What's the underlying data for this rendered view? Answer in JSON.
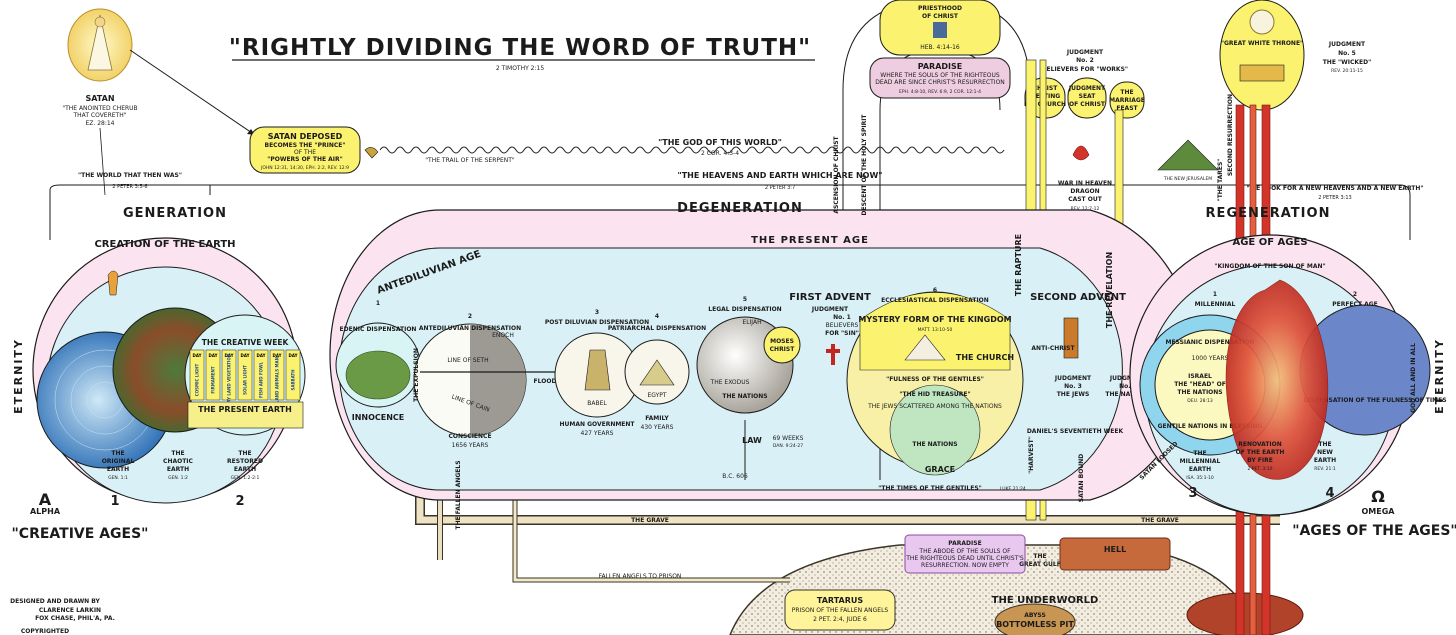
{
  "title": "\"RIGHTLY DIVIDING THE WORD OF TRUTH\"",
  "title_ref": "2 TIMOTHY 2:15",
  "satan": {
    "heading": "SATAN",
    "desc1": "\"THE ANOINTED CHERUB",
    "desc2": "THAT COVERETH\"",
    "ref": "EZ. 28:14"
  },
  "satan_deposed": {
    "line1": "SATAN DEPOSED",
    "line2": "BECOMES THE \"PRINCE\"",
    "line3": "OF THE",
    "line4": "\"POWERS OF THE AIR\"",
    "ref": "JOHN 12:31, 14:30, EPH. 2:2, REV. 12:9"
  },
  "god_of_world": {
    "label": "\"THE GOD OF THIS WORLD\"",
    "ref": "2 COR. 4:3-4"
  },
  "trail": "\"THE TRAIL OF THE SERPENT\"",
  "world_that_was": {
    "label": "\"THE WORLD THAT THEN WAS\"",
    "ref": "2 PETER 3:5-6"
  },
  "heavens_now": {
    "label": "\"THE HEAVENS AND EARTH WHICH ARE NOW\"",
    "ref": "2 PETER 3:7"
  },
  "new_heavens": {
    "label": "\"WE LOOK FOR A NEW HEAVENS AND A NEW EARTH\"",
    "ref": "2 PETER 3:13"
  },
  "priesthood": {
    "line1": "PRIESTHOOD",
    "line2": "OF CHRIST",
    "ref": "HEB. 4:14-16"
  },
  "paradise_top": {
    "line1": "PARADISE",
    "line2": "WHERE THE SOULS OF THE RIGHTEOUS",
    "line3": "DEAD ARE SINCE CHRIST'S RESURRECTION",
    "ref": "EPH. 4:8-10, REV. 6:9, 2 COR. 12:1-4"
  },
  "judgment2": {
    "line1": "JUDGMENT",
    "line2": "No. 2",
    "line3": "BELIEVERS FOR \"WORKS\""
  },
  "christ_meeting": {
    "line1": "CHRIST",
    "line2": "MEETING",
    "line3": "HIS CHURCH"
  },
  "judgment_seat": {
    "line1": "JUDGMENT",
    "line2": "SEAT",
    "line3": "OF CHRIST"
  },
  "marriage_feast": {
    "line1": "THE",
    "line2": "MARRIAGE",
    "line3": "FEAST"
  },
  "great_white_throne": "\"GREAT WHITE THRONE\"",
  "judgment5": {
    "line1": "JUDGMENT",
    "line2": "No. 5",
    "line3": "THE \"WICKED\"",
    "ref": "REV. 20:11-15"
  },
  "new_jerusalem": "THE NEW JERUSALEM",
  "war_in_heaven": {
    "line1": "WAR IN HEAVEN",
    "line2": "DRAGON",
    "line3": "CAST OUT",
    "ref": "REV. 12:7-12"
  },
  "vertical_labels": {
    "eternity_left": "ETERNITY",
    "eternity_right": "ETERNITY",
    "ascension": "ASCENSION OF CHRIST",
    "descent": "DESCENT OF THE HOLY SPIRIT",
    "rapture": "THE RAPTURE",
    "revelation": "THE REVELATION",
    "expulsion": "THE EXPULSION",
    "god_all": "GOD ALL AND IN ALL",
    "second_resurrection": "SECOND RESURRECTION",
    "the_tares": "\"THE TARES\""
  },
  "generation": "GENERATION",
  "degeneration": "DEGENERATION",
  "regeneration": "REGENERATION",
  "creation_of_earth": "CREATION OF THE EARTH",
  "present_age": "THE PRESENT AGE",
  "antediluvian_age": "ANTEDILUVIAN AGE",
  "age_of_ages": "AGE OF AGES",
  "kingdom_son_of_man": "\"KINGDOM OF THE SON OF MAN\"",
  "creative_week": {
    "label": "THE CREATIVE WEEK",
    "days": [
      "COSMIC LIGHT",
      "FIRMAMENT",
      "DRY LAND VEGETATION",
      "SOLAR LIGHT",
      "FISH AND FOWL",
      "LAND ANIMALS MAN",
      "SABBATH"
    ],
    "day_label": "DAY"
  },
  "present_earth": "THE PRESENT EARTH",
  "earths": [
    {
      "line1": "THE",
      "line2": "ORIGINAL",
      "line3": "EARTH",
      "ref": "GEN. 1:1"
    },
    {
      "line1": "THE",
      "line2": "CHAOTIC",
      "line3": "EARTH",
      "ref": "GEN. 1:2"
    },
    {
      "line1": "THE",
      "line2": "RESTORED",
      "line3": "EARTH",
      "ref": "GEN. 1:2-2:1"
    }
  ],
  "dispensations": [
    {
      "num": "1",
      "name": "EDENIC DISPENSATION",
      "sub": "INNOCENCE"
    },
    {
      "num": "2",
      "name": "ANTEDILUVIAN DISPENSATION",
      "sub": "CONSCIENCE",
      "years": "1656 YEARS"
    },
    {
      "num": "3",
      "name": "POST DILUVIAN DISPENSATION",
      "sub": "HUMAN GOVERNMENT",
      "years": "427 YEARS"
    },
    {
      "num": "4",
      "name": "PATRIARCHAL DISPENSATION",
      "sub": "FAMILY",
      "years": "430 YEARS"
    },
    {
      "num": "5",
      "name": "LEGAL DISPENSATION",
      "sub": "LAW"
    },
    {
      "num": "6",
      "name": "ECCLESIASTICAL DISPENSATION",
      "sub": "GRACE"
    }
  ],
  "line_of_seth": "LINE OF SETH",
  "line_of_cain": "LINE OF CAIN",
  "enoch": "ENOCH",
  "flood": "FLOOD",
  "babel": "BABEL",
  "egypt": "EGYPT",
  "elijah": "ELIJAH",
  "moses_christ": {
    "line1": "MOSES",
    "line2": "CHRIST"
  },
  "exodus": "THE EXODUS",
  "nations": "THE NATIONS",
  "first_advent": "FIRST ADVENT",
  "judgment1": {
    "line1": "JUDGMENT",
    "line2": "No. 1",
    "line3": "BELIEVERS",
    "line4": "FOR \"SIN\""
  },
  "mystery_form": "MYSTERY FORM OF THE KINGDOM",
  "mystery_ref": "MATT. 13:10-50",
  "the_church": "THE CHURCH",
  "fulness_gentiles": "\"FULNESS OF THE GENTILES\"",
  "hid_treasure": "\"THE HID TREASURE\"",
  "jews_scattered": "THE JEWS SCATTERED AMONG THE NATIONS",
  "second_advent": "SECOND ADVENT",
  "antichrist": "ANTI-CHRIST",
  "judgment3": {
    "line1": "JUDGMENT",
    "line2": "No. 3",
    "line3": "THE JEWS"
  },
  "judgment4": {
    "line1": "JUDGMENT",
    "line2": "No. 4",
    "line3": "THE NATIONS"
  },
  "weeks": {
    "line1": "69 WEEKS",
    "ref": "DAN. 9:24-27"
  },
  "bc606": "B.C. 606",
  "times_gentiles": {
    "label": "\"THE TIMES OF THE GENTILES\"",
    "ref": "LUKE 21:24"
  },
  "daniels_week": "DANIEL'S SEVENTIETH WEEK",
  "harvest": "\"HARVEST\"",
  "satan_bound": "SATAN BOUND",
  "satan_loosed": "SATAN LOOSED",
  "ages": [
    {
      "num": "1",
      "name": "MILLENNIAL",
      "sub": "MESSIANIC DISPENSATION",
      "years": "1000 YEARS"
    },
    {
      "num": "2",
      "name": "PERFECT AGE",
      "sub": "DISPENSATION OF THE FULNESS OF TIMES"
    }
  ],
  "israel_head": {
    "line1": "ISRAEL",
    "line2": "THE \"HEAD\" OF",
    "line3": "THE NATIONS",
    "ref": "DEU. 28:13"
  },
  "gentile_nations": "GENTILE NATIONS IN BLESSING",
  "millennial_earth": {
    "line1": "THE",
    "line2": "MILLENNIAL",
    "line3": "EARTH",
    "ref": "ISA. 35:1-10"
  },
  "renovation": {
    "line1": "RENOVATION",
    "line2": "OF THE EARTH",
    "line3": "BY FIRE",
    "ref": "2 PET. 3:10"
  },
  "new_earth": {
    "line1": "THE",
    "line2": "NEW",
    "line3": "EARTH",
    "ref": "REV. 21:1"
  },
  "alpha": {
    "symbol": "A",
    "name": "ALPHA"
  },
  "omega": {
    "symbol": "Ω",
    "name": "OMEGA"
  },
  "creative_ages": "\"CREATIVE AGES\"",
  "ages_of_ages": "\"AGES OF THE AGES\"",
  "grave": "THE GRAVE",
  "fallen_angels": "FALLEN ANGELS TO PRISON",
  "fallen_angels_left": "THE FALLEN ANGELS",
  "paradise_bottom": {
    "line1": "PARADISE",
    "line2": "THE ABODE OF THE SOULS OF",
    "line3": "THE RIGHTEOUS DEAD UNTIL CHRIST'S",
    "line4": "RESURRECTION. NOW EMPTY"
  },
  "hell": "HELL",
  "great_gulf": {
    "line1": "THE",
    "line2": "GREAT GULF"
  },
  "tartarus": {
    "line1": "TARTARUS",
    "line2": "PRISON OF THE FALLEN ANGELS",
    "ref": "2 PET. 2:4, JUDE 6"
  },
  "underworld": "THE UNDERWORLD",
  "abyss": {
    "line1": "ABYSS",
    "line2": "BOTTOMLESS PIT"
  },
  "credits": {
    "line1": "DESIGNED AND DRAWN BY",
    "line2": "CLARENCE LARKIN",
    "line3": "FOX CHASE, PHIL'A, PA.",
    "line4": "COPYRIGHTED"
  },
  "markers": [
    "1",
    "2",
    "3",
    "4"
  ],
  "colors": {
    "ink": "#1b1b1b",
    "blue": "#d9f0f6",
    "pink": "#f6dde8",
    "yellow": "#fbf36f",
    "red": "#d2342a",
    "green": "#5f8f3a",
    "brown": "#b06a34"
  }
}
